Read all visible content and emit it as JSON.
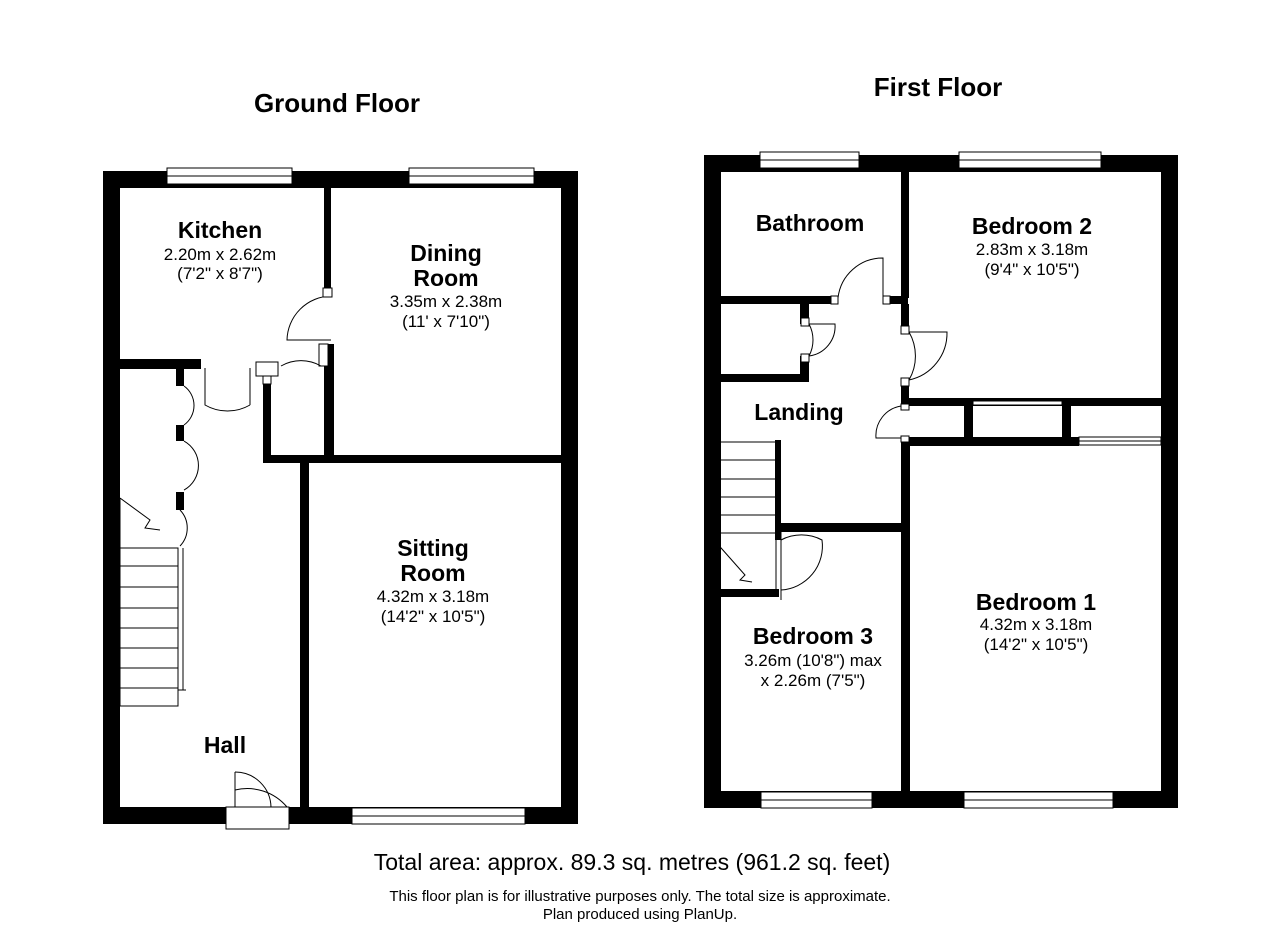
{
  "floors": {
    "ground": {
      "title": "Ground Floor"
    },
    "first": {
      "title": "First Floor"
    }
  },
  "rooms": {
    "kitchen": {
      "name": "Kitchen",
      "dim1": "2.20m x 2.62m",
      "dim2": "(7'2\" x 8'7\")"
    },
    "dining": {
      "name1": "Dining",
      "name2": "Room",
      "dim1": "3.35m x 2.38m",
      "dim2": "(11' x 7'10\")"
    },
    "sitting": {
      "name1": "Sitting",
      "name2": "Room",
      "dim1": "4.32m x 3.18m",
      "dim2": "(14'2\" x 10'5\")"
    },
    "hall": {
      "name": "Hall"
    },
    "bathroom": {
      "name": "Bathroom"
    },
    "bedroom2": {
      "name": "Bedroom 2",
      "dim1": "2.83m x 3.18m",
      "dim2": "(9'4\" x 10'5\")"
    },
    "landing": {
      "name": "Landing"
    },
    "bedroom1": {
      "name": "Bedroom 1",
      "dim1": "4.32m x 3.18m",
      "dim2": "(14'2\" x 10'5\")"
    },
    "bedroom3": {
      "name": "Bedroom 3",
      "dim1": "3.26m (10'8\") max",
      "dim2": "x 2.26m (7'5\")"
    }
  },
  "footer": {
    "total": "Total area: approx. 89.3 sq. metres (961.2 sq. feet)",
    "disclaimer": "This floor plan is for illustrative purposes only. The total size is approximate.",
    "credit": "Plan produced using PlanUp."
  }
}
